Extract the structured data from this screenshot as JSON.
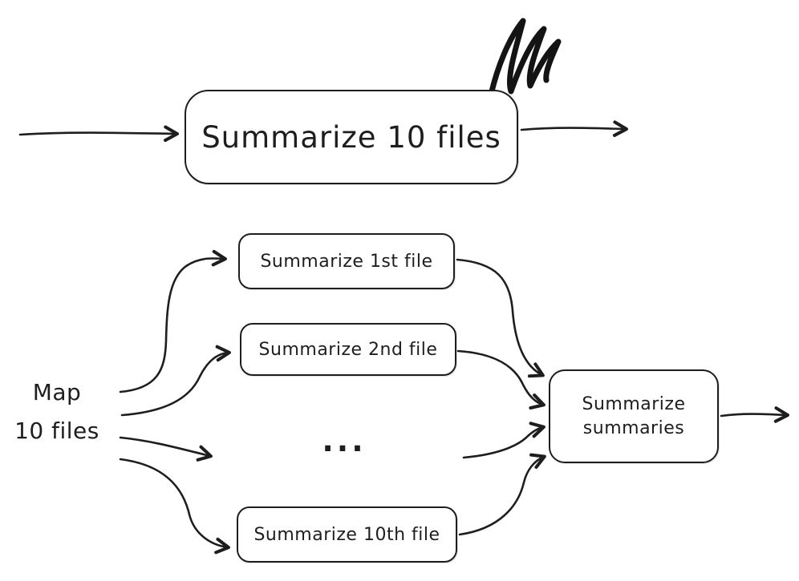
{
  "diagram": {
    "colors": {
      "stroke": "#1e1e1e",
      "background": "#ffffff"
    },
    "top": {
      "box_label": "Summarize 10 files"
    },
    "map": {
      "label_line1": "Map",
      "label_line2": "10 files",
      "boxes": [
        {
          "label": "Summarize 1st file"
        },
        {
          "label": "Summarize 2nd file"
        },
        {
          "label": "Summarize 10th file"
        }
      ],
      "ellipsis": "...",
      "merge_box": {
        "line1": "Summarize",
        "line2": "summaries"
      }
    }
  }
}
